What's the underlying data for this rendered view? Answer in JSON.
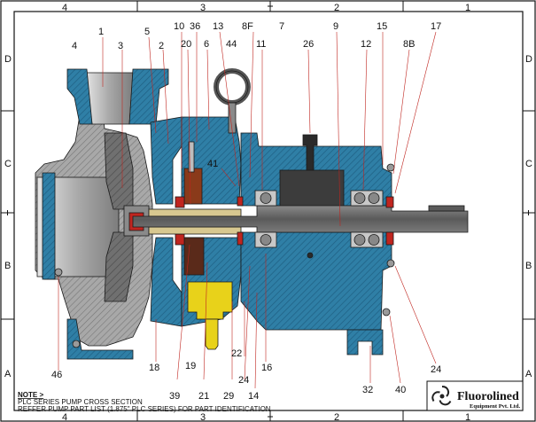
{
  "drawing": {
    "grid_columns_top": [
      "4",
      "3",
      "2",
      "1"
    ],
    "grid_columns_bottom": [
      "4",
      "3",
      "2",
      "1"
    ],
    "grid_rows_left": [
      "D",
      "C",
      "B",
      "A"
    ],
    "grid_rows_right": [
      "D",
      "C",
      "B",
      "A"
    ],
    "callouts": [
      "4",
      "1",
      "3",
      "5",
      "2",
      "10",
      "20",
      "36",
      "6",
      "13",
      "44",
      "8F",
      "11",
      "7",
      "26",
      "9",
      "12",
      "15",
      "8B",
      "17",
      "41",
      "46",
      "18",
      "19",
      "21",
      "39",
      "29",
      "14",
      "22",
      "24",
      "16",
      "24",
      "32",
      "40",
      "24"
    ],
    "colors": {
      "casing_blue": "#2f7fa6",
      "casing_hatch": "#1e5f82",
      "steel_grey": "#9a9a9a",
      "steel_light": "#c8c8c8",
      "shaft_dark": "#6e6e6e",
      "red_detail": "#c0251f",
      "yellow_drain": "#e8d21a",
      "sleeve": "#d8c890"
    }
  },
  "note": {
    "title": "NOTE >",
    "line1": "PLC SERIES PUMP CROSS SECTION",
    "line2": "REFFER PUMP PART LIST (1.875\" PLC SERIES) FOR PART IDENTIFICATION"
  },
  "logo": {
    "name": "Fluorolined",
    "tagline": "Equipment Pvt. Ltd."
  }
}
